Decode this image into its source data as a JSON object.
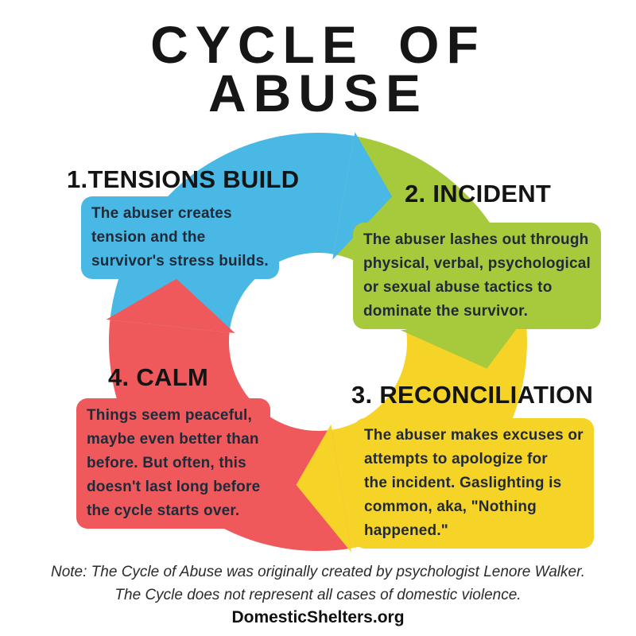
{
  "title": {
    "line1": "CYCLE OF",
    "line2": "ABUSE"
  },
  "sections": [
    {
      "heading": "1.TENSIONS BUILD",
      "body": "The abuser creates\ntension and the\nsurvivor's stress builds.",
      "color": "#49b8e5"
    },
    {
      "heading": "2. INCIDENT",
      "body": "The abuser lashes out through\nphysical, verbal, psychological\nor sexual abuse tactics to\ndominate the survivor.",
      "color": "#a6ca3b"
    },
    {
      "heading": "3. RECONCILIATION",
      "body": "The abuser makes excuses or\nattempts to apologize for\nthe incident. Gaslighting is\ncommon, aka, \"Nothing\nhappened.\"",
      "color": "#f6d327"
    },
    {
      "heading": "4. CALM",
      "body": "Things seem peaceful,\nmaybe even better than\nbefore. But often, this\ndoesn't last long before\nthe cycle starts over.",
      "color": "#f0595c"
    }
  ],
  "footer": {
    "note_line1": "Note: The Cycle of Abuse was originally created by psychologist Lenore Walker.",
    "note_line2": "The Cycle does not represent all cases of domestic violence.",
    "source": "DomesticShelters.org"
  },
  "colors": {
    "title_text": "#161616",
    "heading_text": "#141414",
    "body_text": "#202a38"
  }
}
